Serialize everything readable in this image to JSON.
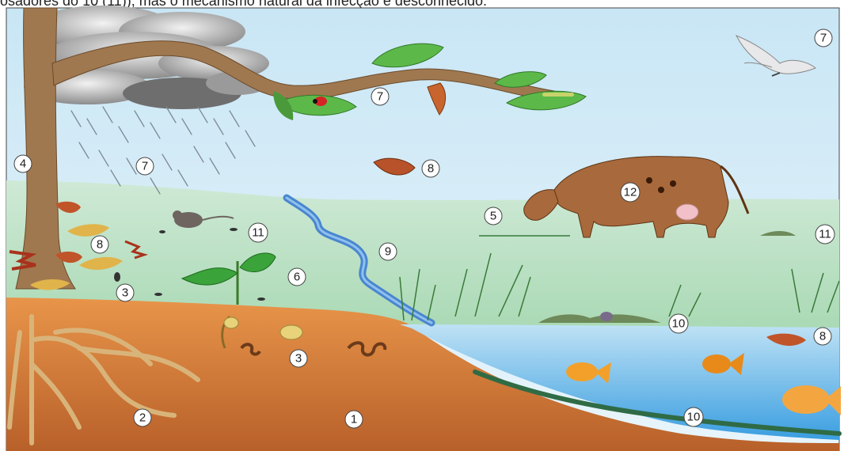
{
  "caption": "osadores do 10 (11)), mas o mecanismo natural da infecção é desconhecido.",
  "labels": {
    "soil": "1",
    "roots": "2",
    "soil_seed": "3",
    "ground_insects": "3",
    "tree_trunk": "4",
    "grass_under_cow": "5",
    "young_plant": "6",
    "rain": "7",
    "branch_leaves": "7",
    "bird": "7",
    "flying_leaf": "8",
    "fallen_leaves": "8",
    "water_leaf": "8",
    "stream": "9",
    "pond_bank": "10",
    "pond_bottom": "10",
    "rodent": "11",
    "right_animal": "11",
    "cow": "12"
  }
}
